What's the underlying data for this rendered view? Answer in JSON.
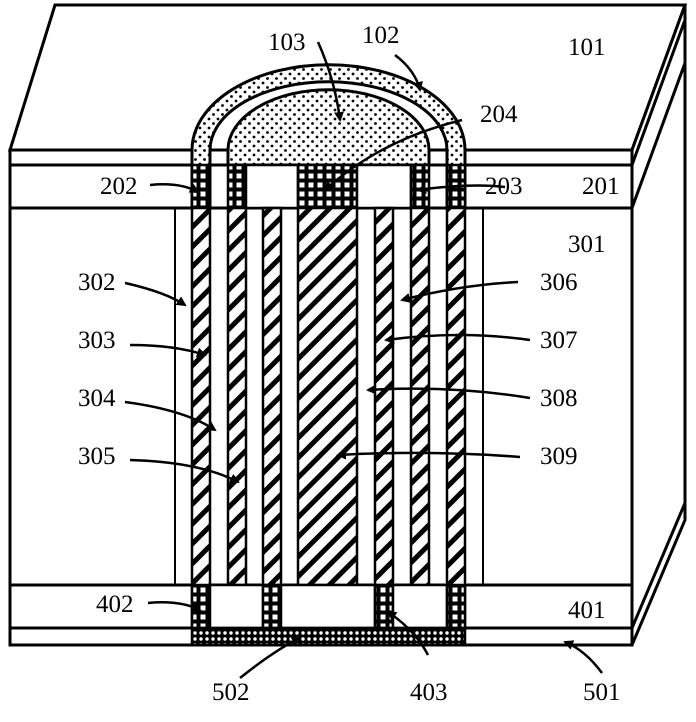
{
  "figure": {
    "labels": {
      "l101": "101",
      "l102": "102",
      "l103": "103",
      "l204": "204",
      "l201": "201",
      "l202": "202",
      "l203": "203",
      "l301": "301",
      "l302": "302",
      "l303": "303",
      "l304": "304",
      "l305": "305",
      "l306": "306",
      "l307": "307",
      "l308": "308",
      "l309": "309",
      "l401": "401",
      "l402": "402",
      "l403": "403",
      "l501": "501",
      "l502": "502"
    },
    "colors": {
      "line": "#000000",
      "background": "#ffffff"
    }
  }
}
